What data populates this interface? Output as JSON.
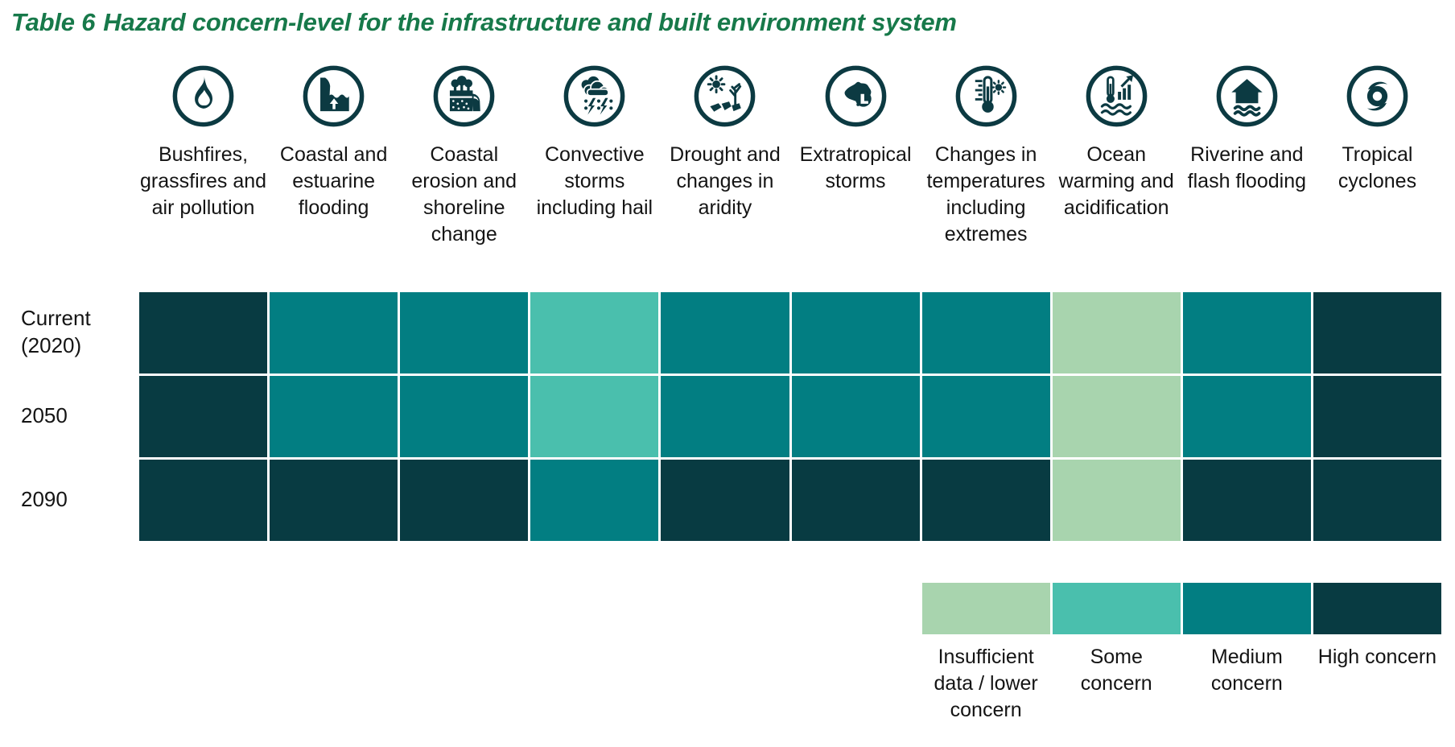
{
  "title": {
    "prefix": "Table 6",
    "rest": "Hazard concern-level for the infrastructure and built environment system"
  },
  "chart_data": {
    "type": "heatmap",
    "title": "Table 6 Hazard concern-level for the infrastructure and built environment system",
    "columns": [
      {
        "label": "Bushfires, grassfires and air pollution",
        "icon": "flame-icon"
      },
      {
        "label": "Coastal and estuarine flooding",
        "icon": "coastal-flooding-icon"
      },
      {
        "label": "Coastal erosion and shoreline change",
        "icon": "coastal-erosion-icon"
      },
      {
        "label": "Convective storms including hail",
        "icon": "storm-cloud-icon"
      },
      {
        "label": "Drought and changes in aridity",
        "icon": "drought-icon"
      },
      {
        "label": "Extratropical storms",
        "icon": "australia-low-pressure-icon"
      },
      {
        "label": "Changes in temperatures including extremes",
        "icon": "thermometer-sun-icon"
      },
      {
        "label": "Ocean warming and acidification",
        "icon": "ocean-warming-icon"
      },
      {
        "label": "Riverine and flash flooding",
        "icon": "flooded-house-icon"
      },
      {
        "label": "Tropical cyclones",
        "icon": "cyclone-icon"
      }
    ],
    "rows": [
      "Current (2020)",
      "2050",
      "2090"
    ],
    "values": [
      [
        "high",
        "medium",
        "medium",
        "some",
        "medium",
        "medium",
        "medium",
        "insufficient",
        "medium",
        "high"
      ],
      [
        "high",
        "medium",
        "medium",
        "some",
        "medium",
        "medium",
        "medium",
        "insufficient",
        "medium",
        "high"
      ],
      [
        "high",
        "high",
        "high",
        "medium",
        "high",
        "high",
        "high",
        "insufficient",
        "high",
        "high"
      ]
    ],
    "legend": [
      {
        "level": "insufficient",
        "label": "Insufficient data / lower concern",
        "color": "#a8d4ae"
      },
      {
        "level": "some",
        "label": "Some concern",
        "color": "#4abfad"
      },
      {
        "level": "medium",
        "label": "Medium concern",
        "color": "#027e82"
      },
      {
        "level": "high",
        "label": "High concern",
        "color": "#083b42"
      }
    ],
    "legend_position": "bottom-right",
    "grid": false
  },
  "colors": {
    "title_green": "#17794a",
    "icon_teal": "#0c3a42",
    "grid_line": "#ffffff"
  }
}
